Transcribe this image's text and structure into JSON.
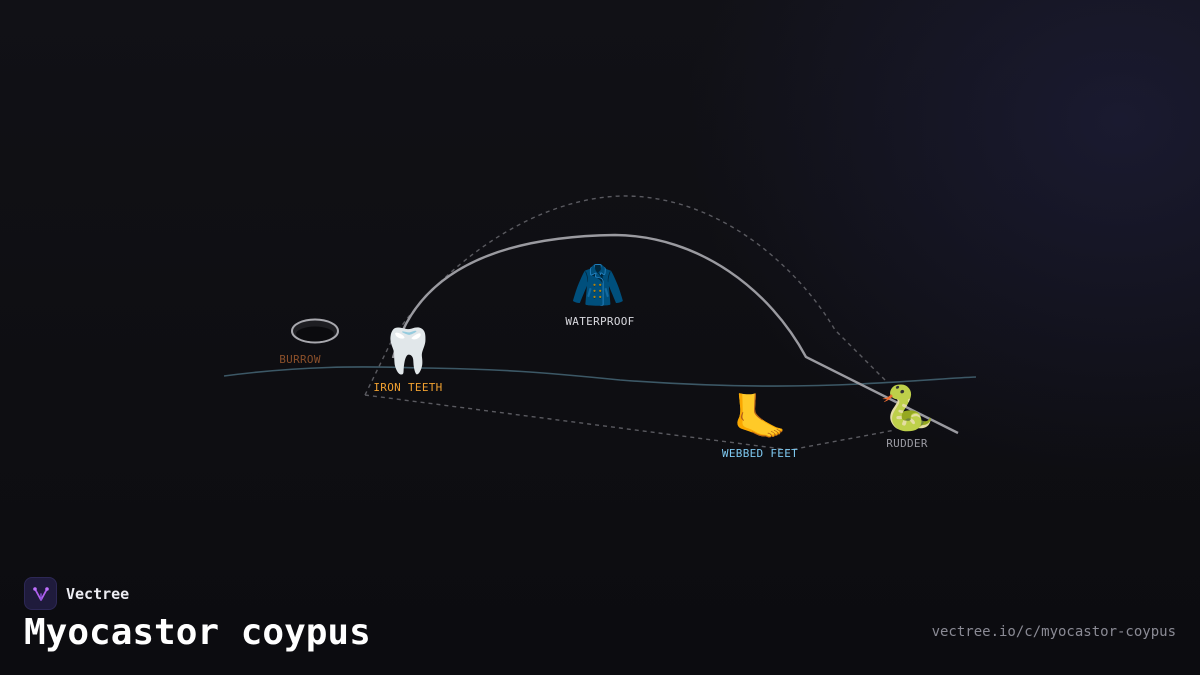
{
  "brand": {
    "name": "Vectree",
    "logo_icon": "vectree-logo-icon"
  },
  "title": "Myocastor coypus",
  "url": "vectree.io/c/myocastor-coypus",
  "diagram": {
    "nodes": [
      {
        "id": "burrow",
        "label": "BURROW",
        "icon": "burrow-hole-icon",
        "color": "#8a4f2a"
      },
      {
        "id": "iron-teeth",
        "label": "IRON TEETH",
        "icon": "tooth-icon",
        "emoji": "🦷",
        "color": "#f0a030"
      },
      {
        "id": "waterproof",
        "label": "WATERPROOF",
        "icon": "coat-icon",
        "emoji": "🧥",
        "color": "#d8d8de"
      },
      {
        "id": "webbed-feet",
        "label": "WEBBED FEET",
        "icon": "foot-icon",
        "emoji": "🦶",
        "color": "#7ec8f0"
      },
      {
        "id": "rudder",
        "label": "RUDDER",
        "icon": "snake-icon",
        "emoji": "🐍",
        "color": "#9a9aa2"
      }
    ],
    "colors": {
      "body_outline": "#9a9aa0",
      "dashed_outline": "#5a5a60",
      "water_line": "#3c5866",
      "burrow_rim": "#a8a8ae"
    }
  }
}
